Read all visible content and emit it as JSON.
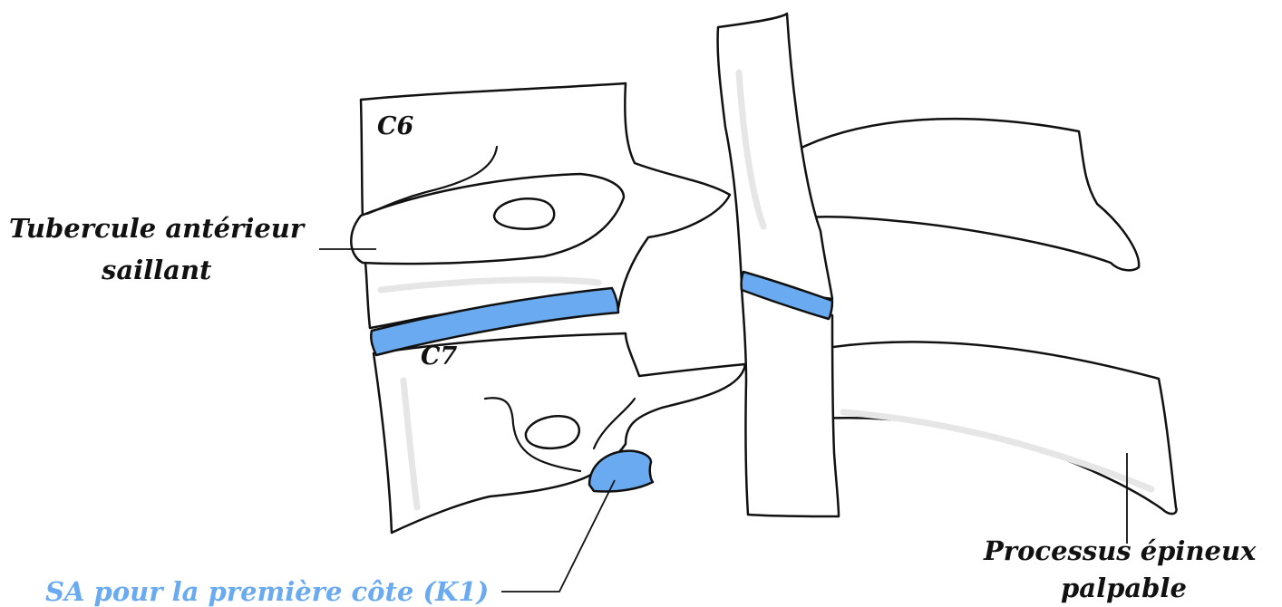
{
  "labels": {
    "c6": "C6",
    "c7": "C7",
    "tubercle_line1": "Tubercule antérieur",
    "tubercle_line2": "saillant",
    "rib_facet": "SA  pour la première côte (K1)",
    "spinous_line1": "Processus épineux",
    "spinous_line2": "palpable"
  },
  "colors": {
    "outline": "#111111",
    "bone_fill": "#ffffff",
    "bone_shade": "#e6e6e6",
    "disc_fill": "#6aaaf0",
    "text": "#111111",
    "accent_text": "#6aaaf0"
  }
}
